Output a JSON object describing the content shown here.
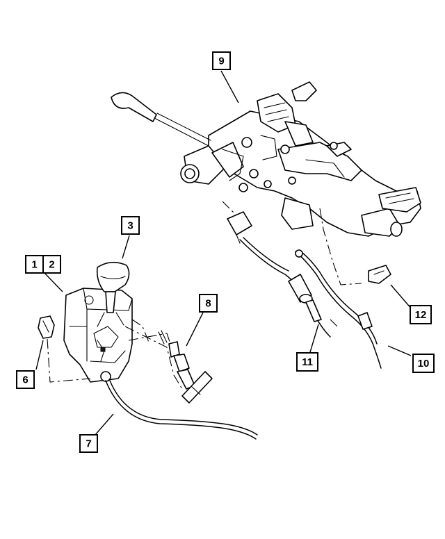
{
  "diagram": {
    "callouts": [
      {
        "id": "c9",
        "label": "9"
      },
      {
        "id": "c3",
        "label": "3"
      },
      {
        "id": "c1",
        "label": "1"
      },
      {
        "id": "c2",
        "label": "2"
      },
      {
        "id": "c8",
        "label": "8"
      },
      {
        "id": "c6",
        "label": "6"
      },
      {
        "id": "c7",
        "label": "7"
      },
      {
        "id": "c12",
        "label": "12"
      },
      {
        "id": "c11",
        "label": "11"
      },
      {
        "id": "c10",
        "label": "10"
      }
    ]
  }
}
